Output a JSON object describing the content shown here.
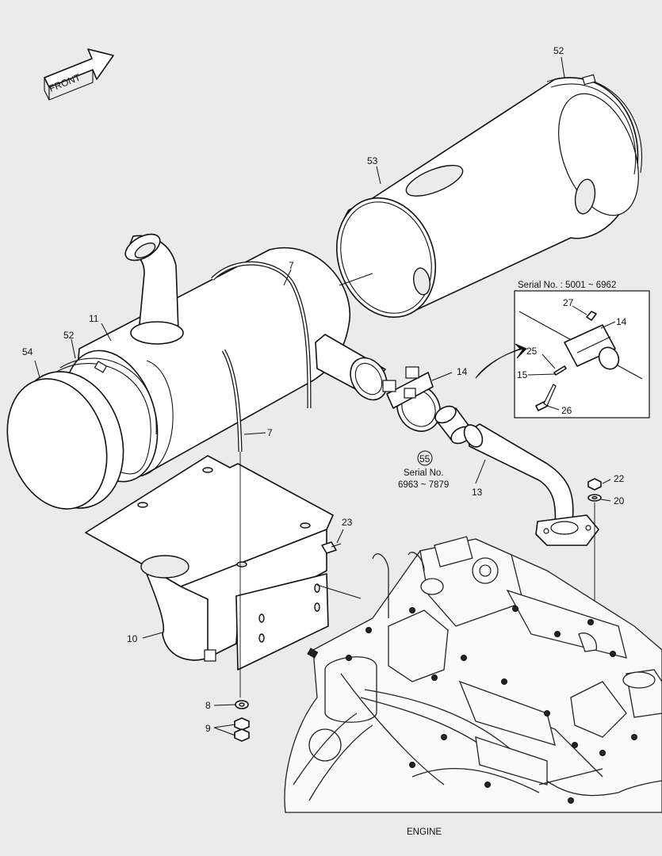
{
  "front_label": "FRONT",
  "callouts": {
    "c52_top": "52",
    "c53": "53",
    "c7_top": "7",
    "c11": "11",
    "c52_left": "52",
    "c54": "54",
    "c14_main": "14",
    "c7_bottom": "7",
    "c55": "55",
    "c13": "13",
    "c22": "22",
    "c20": "20",
    "c23": "23",
    "c10": "10",
    "c8": "8",
    "c9": "9"
  },
  "serial_note_main": {
    "line1": "Serial No.",
    "line2": "6963 ~ 7879"
  },
  "inset": {
    "title": "Serial No. : 5001 ~ 6962",
    "callouts": {
      "c27": "27",
      "c14": "14",
      "c25": "25",
      "c15": "15",
      "c26": "26"
    }
  },
  "engine_label": "ENGINE"
}
